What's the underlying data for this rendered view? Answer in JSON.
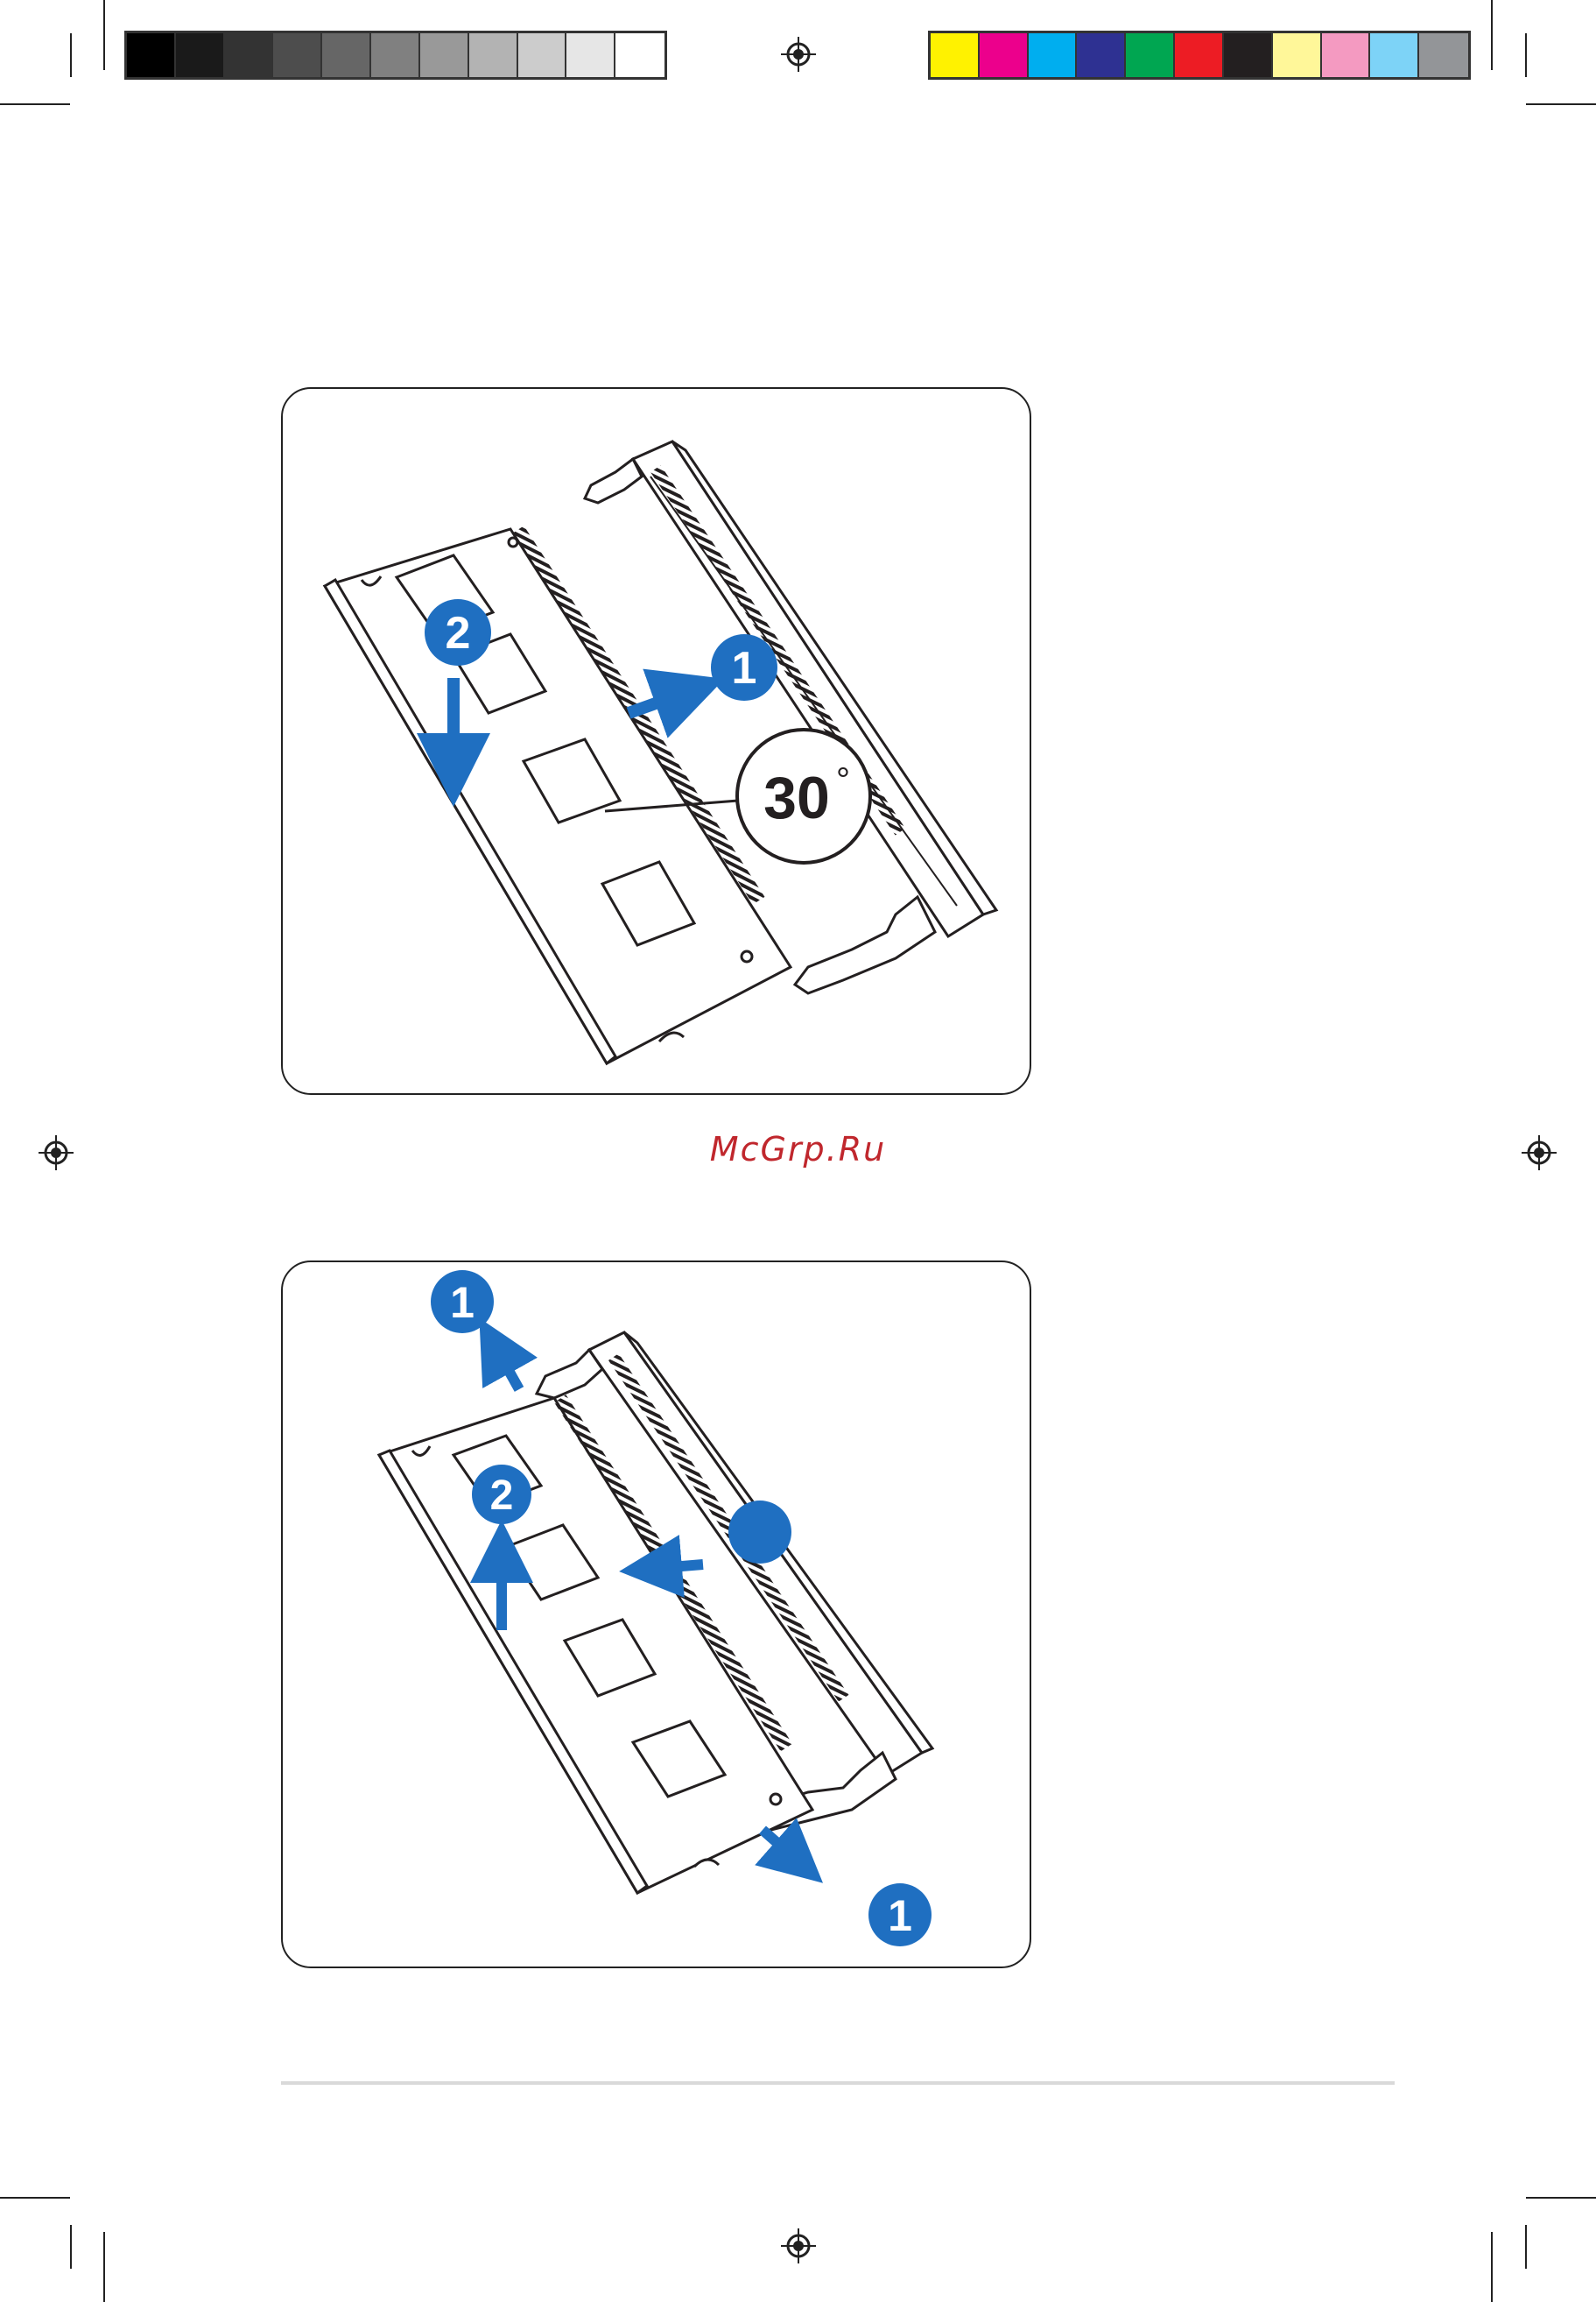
{
  "watermark": {
    "text": "McGrp.Ru"
  },
  "grayscale_swatches": [
    "#000000",
    "#1a1a1a",
    "#333333",
    "#4d4d4d",
    "#666666",
    "#808080",
    "#999999",
    "#b3b3b3",
    "#cccccc",
    "#e6e6e6",
    "#ffffff"
  ],
  "color_swatches": [
    "#fff200",
    "#ec008c",
    "#00aeef",
    "#2e3192",
    "#00a651",
    "#ed1c24",
    "#231f20",
    "#fff799",
    "#f49ac1",
    "#7dd3f7",
    "#939598"
  ],
  "figure_install": {
    "step_badges": [
      "2",
      "1"
    ],
    "angle_label": "30",
    "degree_symbol": "°"
  },
  "figure_remove": {
    "step_badges": [
      "1",
      "2",
      "1"
    ]
  },
  "colors": {
    "accent_blue": "#1f6fc1",
    "outline": "#231f20"
  }
}
